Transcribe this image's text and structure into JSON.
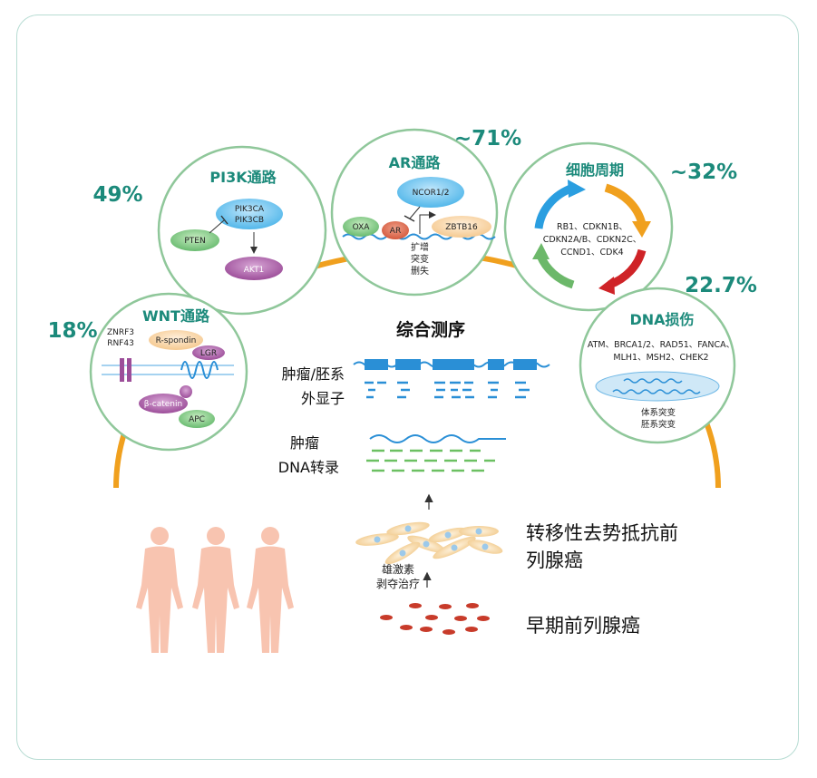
{
  "title": "综合测序",
  "nodes": {
    "pi3k": {
      "title": "PI3K通路",
      "percent": "49%",
      "genes": [
        "PIK3CA",
        "PIK3CB",
        "PTEN",
        "AKT1"
      ]
    },
    "ar": {
      "title": "AR通路",
      "percent": "~71%",
      "genes": [
        "NCOR1/2",
        "OXA",
        "AR",
        "ZBTB16"
      ],
      "alterations": [
        "扩增",
        "突变",
        "删失"
      ]
    },
    "cellcycle": {
      "title": "细胞周期",
      "percent": "~32%",
      "lines": [
        "RB1、CDKN1B、",
        "CDKN2A/B、CDKN2C、",
        "CCND1、CDK4"
      ]
    },
    "dna": {
      "title": "DNA损伤",
      "percent": "22.7%",
      "lines": [
        "ATM、BRCA1/2、RAD51、FANCA、",
        "MLH1、MSH2、CHEK2"
      ],
      "mutations": [
        "体系突变",
        "胚系突变"
      ]
    },
    "wnt": {
      "title": "WNT通路",
      "percent": "18%",
      "genes": [
        "ZNRF3",
        "RNF43",
        "R-spondin",
        "LGR",
        "β-catenin",
        "APC"
      ]
    }
  },
  "seq_labels": {
    "exome": [
      "肿瘤/胚系",
      "外显子"
    ],
    "dna": [
      "肿瘤",
      "DNA转录"
    ]
  },
  "stages": {
    "mcrpc": [
      "转移性去势抵抗前",
      "列腺癌"
    ],
    "adt": [
      "雄激素",
      "剥夺治疗"
    ],
    "early": "早期前列腺癌"
  },
  "colors": {
    "teal": "#1c8a7b",
    "circle_border": "#8fc79a",
    "arc": "#f0a01e",
    "blue": "#2a8fd6",
    "green": "#6cc062",
    "body": "#f8c4b0"
  }
}
